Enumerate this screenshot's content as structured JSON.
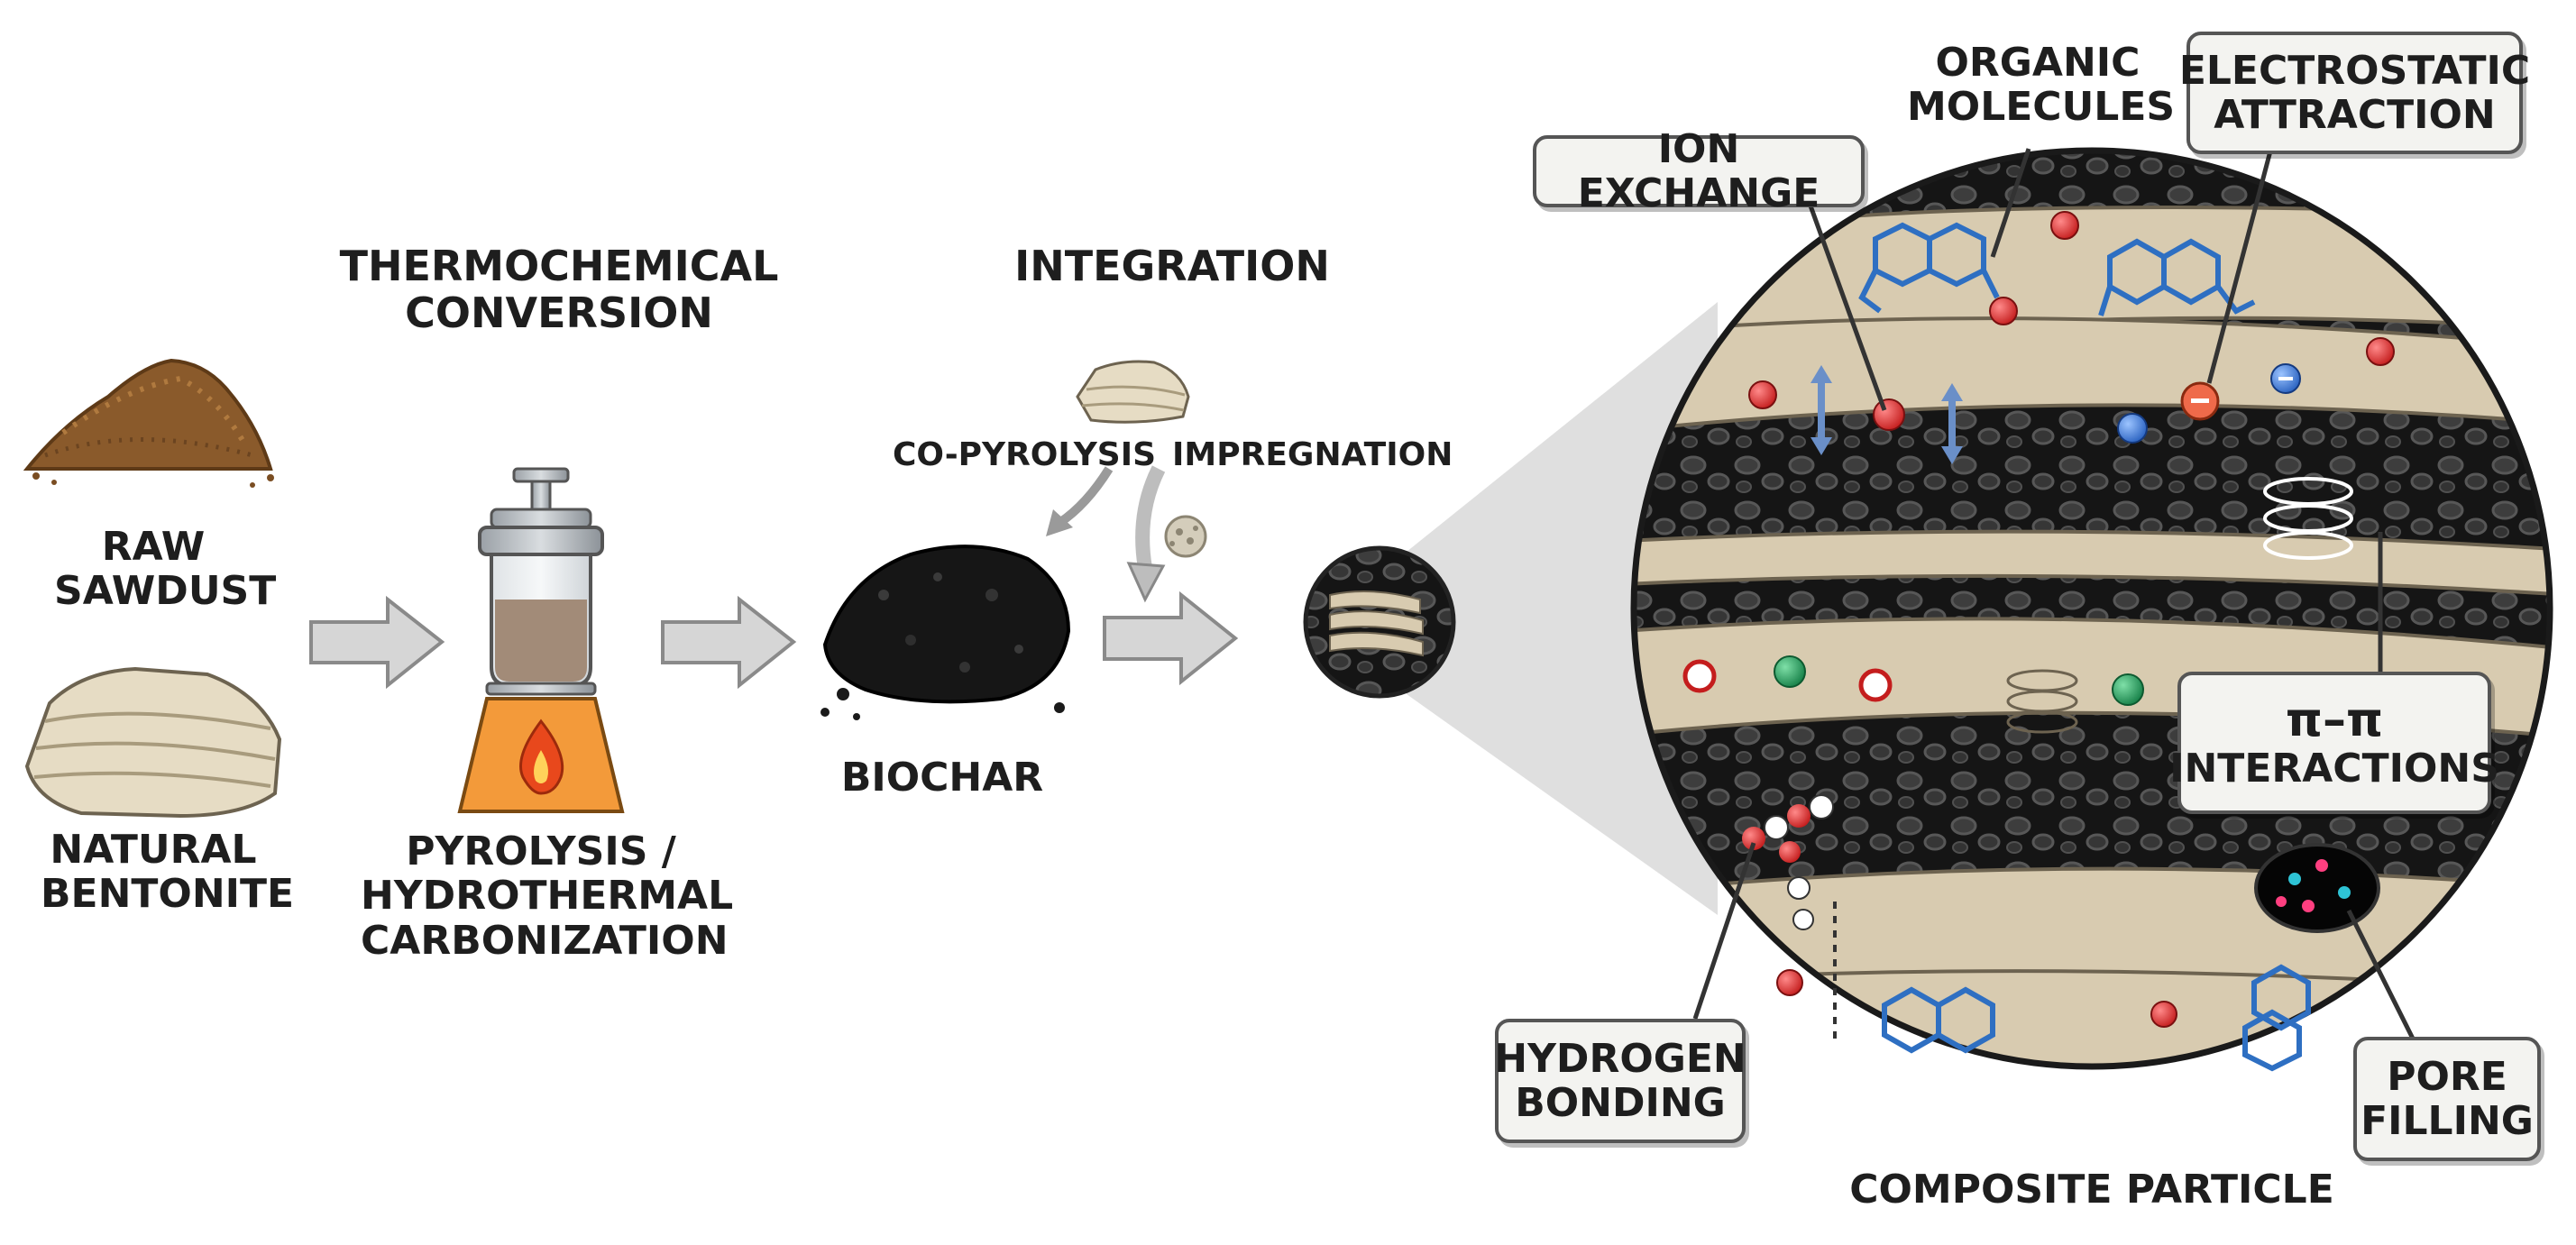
{
  "inputs": {
    "sawdust_label": "RAW\nSAWDUST",
    "bentonite_label": "NATURAL\nBENTONITE"
  },
  "stages": {
    "thermochemical_title": "THERMOCHEMICAL\nCONVERSION",
    "reactor_caption": "PYROLYSIS /\nHYDROTHERMAL\nCARBONIZATION",
    "biochar_label": "BIOCHAR",
    "integration_title": "INTEGRATION",
    "copyrolysis_label": "CO-PYROLYSIS",
    "impregnation_label": "IMPREGNATION",
    "composite_label": "COMPOSITE PARTICLE"
  },
  "mechanisms": {
    "ion_exchange": "ION EXCHANGE",
    "organic_molecules": "ORGANIC\nMOLECULES",
    "electrostatic": "ELECTROSTATIC\nATTRACTION",
    "pi_pi_symbol": "π–π",
    "pi_pi_text": "INTERACTIONS",
    "hydrogen_bonding": "HYDROGEN\nBONDING",
    "pore_filling": "PORE\nFILLING"
  },
  "colors": {
    "clay": "#d8cbb0",
    "biochar": "#1b1b1b",
    "cation": "#d92b2b",
    "green_ion": "#1f9a5a",
    "anion": "#3a7bd5",
    "molecule": "#2e6fc2",
    "arrow": "#cfcfcf",
    "flame_box": "#f39a3a"
  }
}
